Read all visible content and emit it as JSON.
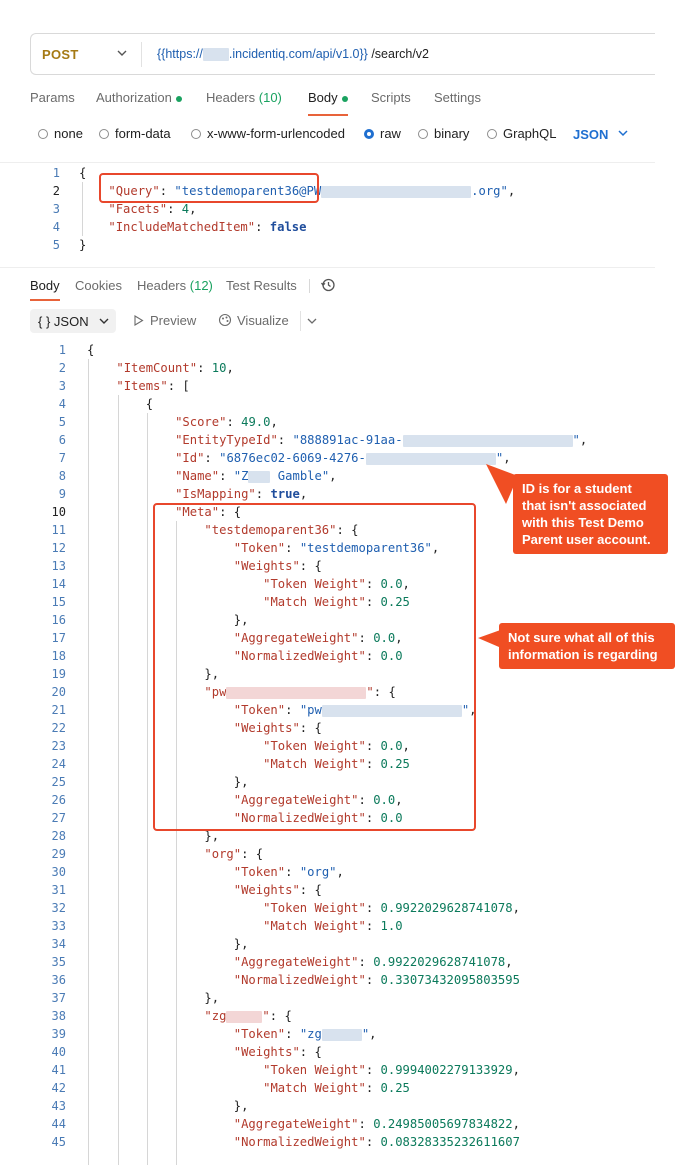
{
  "request": {
    "method": "POST",
    "url_prefix": "{{https://",
    "url_var_suffix": ".incidentiq.com/api/v1.0}}",
    "url_path": " /search/v2"
  },
  "request_tabs": {
    "params": "Params",
    "authorization": "Authorization",
    "headers": "Headers",
    "headers_count": "(10)",
    "body": "Body",
    "scripts": "Scripts",
    "settings": "Settings"
  },
  "body_types": {
    "none": "none",
    "form_data": "form-data",
    "urlencoded": "x-www-form-urlencoded",
    "raw": "raw",
    "binary": "binary",
    "graphql": "GraphQL",
    "format": "JSON"
  },
  "request_body": {
    "line_numbers": [
      "1",
      "2",
      "3",
      "4",
      "5"
    ],
    "open_brace": "{",
    "close_brace": "}",
    "query_key": "\"Query\"",
    "query_value_start": "\"testdemoparent36@PW",
    "query_value_end": ".org\"",
    "facets_key": "\"Facets\"",
    "facets_value": "4",
    "include_key": "\"IncludeMatchedItem\"",
    "include_value": "false"
  },
  "response_tabs": {
    "body": "Body",
    "cookies": "Cookies",
    "headers": "Headers",
    "headers_count": "(12)",
    "test_results": "Test Results"
  },
  "response_toolbar": {
    "format": "{ } JSON",
    "preview": "Preview",
    "visualize": "Visualize"
  },
  "response_lines": [
    {
      "ln": "1",
      "html": "<span class='p'>{</span>"
    },
    {
      "ln": "2",
      "html": "    <span class='k'>\"ItemCount\"</span><span class='p'>: </span><span class='n'>10</span><span class='p'>,</span>"
    },
    {
      "ln": "3",
      "html": "    <span class='k'>\"Items\"</span><span class='p'>: [</span>"
    },
    {
      "ln": "4",
      "html": "        <span class='p'>{</span>"
    },
    {
      "ln": "5",
      "html": "            <span class='k'>\"Score\"</span><span class='p'>: </span><span class='n'>49.0</span><span class='p'>,</span>"
    },
    {
      "ln": "6",
      "html": "            <span class='k'>\"EntityTypeId\"</span><span class='p'>: </span><span class='s'>\"888891ac-91aa-</span><span class='blur' style='width:170px;height:12px'></span><span class='s'>\"</span><span class='p'>,</span>"
    },
    {
      "ln": "7",
      "html": "            <span class='k'>\"Id\"</span><span class='p'>: </span><span class='s'>\"6876ec02-6069-4276-</span><span class='blur' style='width:130px;height:12px'></span><span class='s'>\"</span><span class='p'>,</span>"
    },
    {
      "ln": "8",
      "html": "            <span class='k'>\"Name\"</span><span class='p'>: </span><span class='s'>\"Z</span><span class='blur' style='width:22px;height:12px'></span><span class='s'> Gamble\"</span><span class='p'>,</span>"
    },
    {
      "ln": "9",
      "html": "            <span class='k'>\"IsMapping\"</span><span class='p'>: </span><span class='b'>true</span><span class='p'>,</span>"
    },
    {
      "ln": "10",
      "html": "            <span class='k'>\"Meta\"</span><span class='p'>: {</span>"
    },
    {
      "ln": "11",
      "html": "                <span class='k'>\"testdemoparent36\"</span><span class='p'>: {</span>"
    },
    {
      "ln": "12",
      "html": "                    <span class='k'>\"Token\"</span><span class='p'>: </span><span class='s'>\"testdemoparent36\"</span><span class='p'>,</span>"
    },
    {
      "ln": "13",
      "html": "                    <span class='k'>\"Weights\"</span><span class='p'>: {</span>"
    },
    {
      "ln": "14",
      "html": "                        <span class='k'>\"Token Weight\"</span><span class='p'>: </span><span class='n'>0.0</span><span class='p'>,</span>"
    },
    {
      "ln": "15",
      "html": "                        <span class='k'>\"Match Weight\"</span><span class='p'>: </span><span class='n'>0.25</span>"
    },
    {
      "ln": "16",
      "html": "                    <span class='p'>},</span>"
    },
    {
      "ln": "17",
      "html": "                    <span class='k'>\"AggregateWeight\"</span><span class='p'>: </span><span class='n'>0.0</span><span class='p'>,</span>"
    },
    {
      "ln": "18",
      "html": "                    <span class='k'>\"NormalizedWeight\"</span><span class='p'>: </span><span class='n'>0.0</span>"
    },
    {
      "ln": "19",
      "html": "                <span class='p'>},</span>"
    },
    {
      "ln": "20",
      "html": "                <span class='k'>\"pw</span><span class='blur' style='width:140px;height:12px;background:#f3d6d6'></span><span class='k'>\"</span><span class='p'>: {</span>"
    },
    {
      "ln": "21",
      "html": "                    <span class='k'>\"Token\"</span><span class='p'>: </span><span class='s'>\"pw</span><span class='blur' style='width:140px;height:12px'></span><span class='s'>\"</span><span class='p'>,</span>"
    },
    {
      "ln": "22",
      "html": "                    <span class='k'>\"Weights\"</span><span class='p'>: {</span>"
    },
    {
      "ln": "23",
      "html": "                        <span class='k'>\"Token Weight\"</span><span class='p'>: </span><span class='n'>0.0</span><span class='p'>,</span>"
    },
    {
      "ln": "24",
      "html": "                        <span class='k'>\"Match Weight\"</span><span class='p'>: </span><span class='n'>0.25</span>"
    },
    {
      "ln": "25",
      "html": "                    <span class='p'>},</span>"
    },
    {
      "ln": "26",
      "html": "                    <span class='k'>\"AggregateWeight\"</span><span class='p'>: </span><span class='n'>0.0</span><span class='p'>,</span>"
    },
    {
      "ln": "27",
      "html": "                    <span class='k'>\"NormalizedWeight\"</span><span class='p'>: </span><span class='n'>0.0</span>"
    },
    {
      "ln": "28",
      "html": "                <span class='p'>},</span>"
    },
    {
      "ln": "29",
      "html": "                <span class='k'>\"org\"</span><span class='p'>: {</span>"
    },
    {
      "ln": "30",
      "html": "                    <span class='k'>\"Token\"</span><span class='p'>: </span><span class='s'>\"org\"</span><span class='p'>,</span>"
    },
    {
      "ln": "31",
      "html": "                    <span class='k'>\"Weights\"</span><span class='p'>: {</span>"
    },
    {
      "ln": "32",
      "html": "                        <span class='k'>\"Token Weight\"</span><span class='p'>: </span><span class='n'>0.9922029628741078</span><span class='p'>,</span>"
    },
    {
      "ln": "33",
      "html": "                        <span class='k'>\"Match Weight\"</span><span class='p'>: </span><span class='n'>1.0</span>"
    },
    {
      "ln": "34",
      "html": "                    <span class='p'>},</span>"
    },
    {
      "ln": "35",
      "html": "                    <span class='k'>\"AggregateWeight\"</span><span class='p'>: </span><span class='n'>0.9922029628741078</span><span class='p'>,</span>"
    },
    {
      "ln": "36",
      "html": "                    <span class='k'>\"NormalizedWeight\"</span><span class='p'>: </span><span class='n'>0.33073432095803595</span>"
    },
    {
      "ln": "37",
      "html": "                <span class='p'>},</span>"
    },
    {
      "ln": "38",
      "html": "                <span class='k'>\"zg</span><span class='blur' style='width:36px;height:12px;background:#f3d6d6'></span><span class='k'>\"</span><span class='p'>: {</span>"
    },
    {
      "ln": "39",
      "html": "                    <span class='k'>\"Token\"</span><span class='p'>: </span><span class='s'>\"zg</span><span class='blur' style='width:40px;height:12px'></span><span class='s'>\"</span><span class='p'>,</span>"
    },
    {
      "ln": "40",
      "html": "                    <span class='k'>\"Weights\"</span><span class='p'>: {</span>"
    },
    {
      "ln": "41",
      "html": "                        <span class='k'>\"Token Weight\"</span><span class='p'>: </span><span class='n'>0.9994002279133929</span><span class='p'>,</span>"
    },
    {
      "ln": "42",
      "html": "                        <span class='k'>\"Match Weight\"</span><span class='p'>: </span><span class='n'>0.25</span>"
    },
    {
      "ln": "43",
      "html": "                    <span class='p'>},</span>"
    },
    {
      "ln": "44",
      "html": "                    <span class='k'>\"AggregateWeight\"</span><span class='p'>: </span><span class='n'>0.24985005697834822</span><span class='p'>,</span>"
    },
    {
      "ln": "45",
      "html": "                    <span class='k'>\"NormalizedWeight\"</span><span class='p'>: </span><span class='n'>0.08328335232611607</span>"
    }
  ],
  "annotations": {
    "callout_id": "ID is for a student that isn't associated with this Test Demo Parent user account.",
    "callout_meta": "Not sure what all of this information is regarding"
  },
  "colors": {
    "accent": "#e8633a",
    "callout": "#f04e23",
    "method": "#a57a14",
    "active_dot": "#1aa260"
  },
  "icons": [
    "chevron-down-icon",
    "radio-icon",
    "history-icon",
    "play-icon",
    "visualize-icon"
  ]
}
